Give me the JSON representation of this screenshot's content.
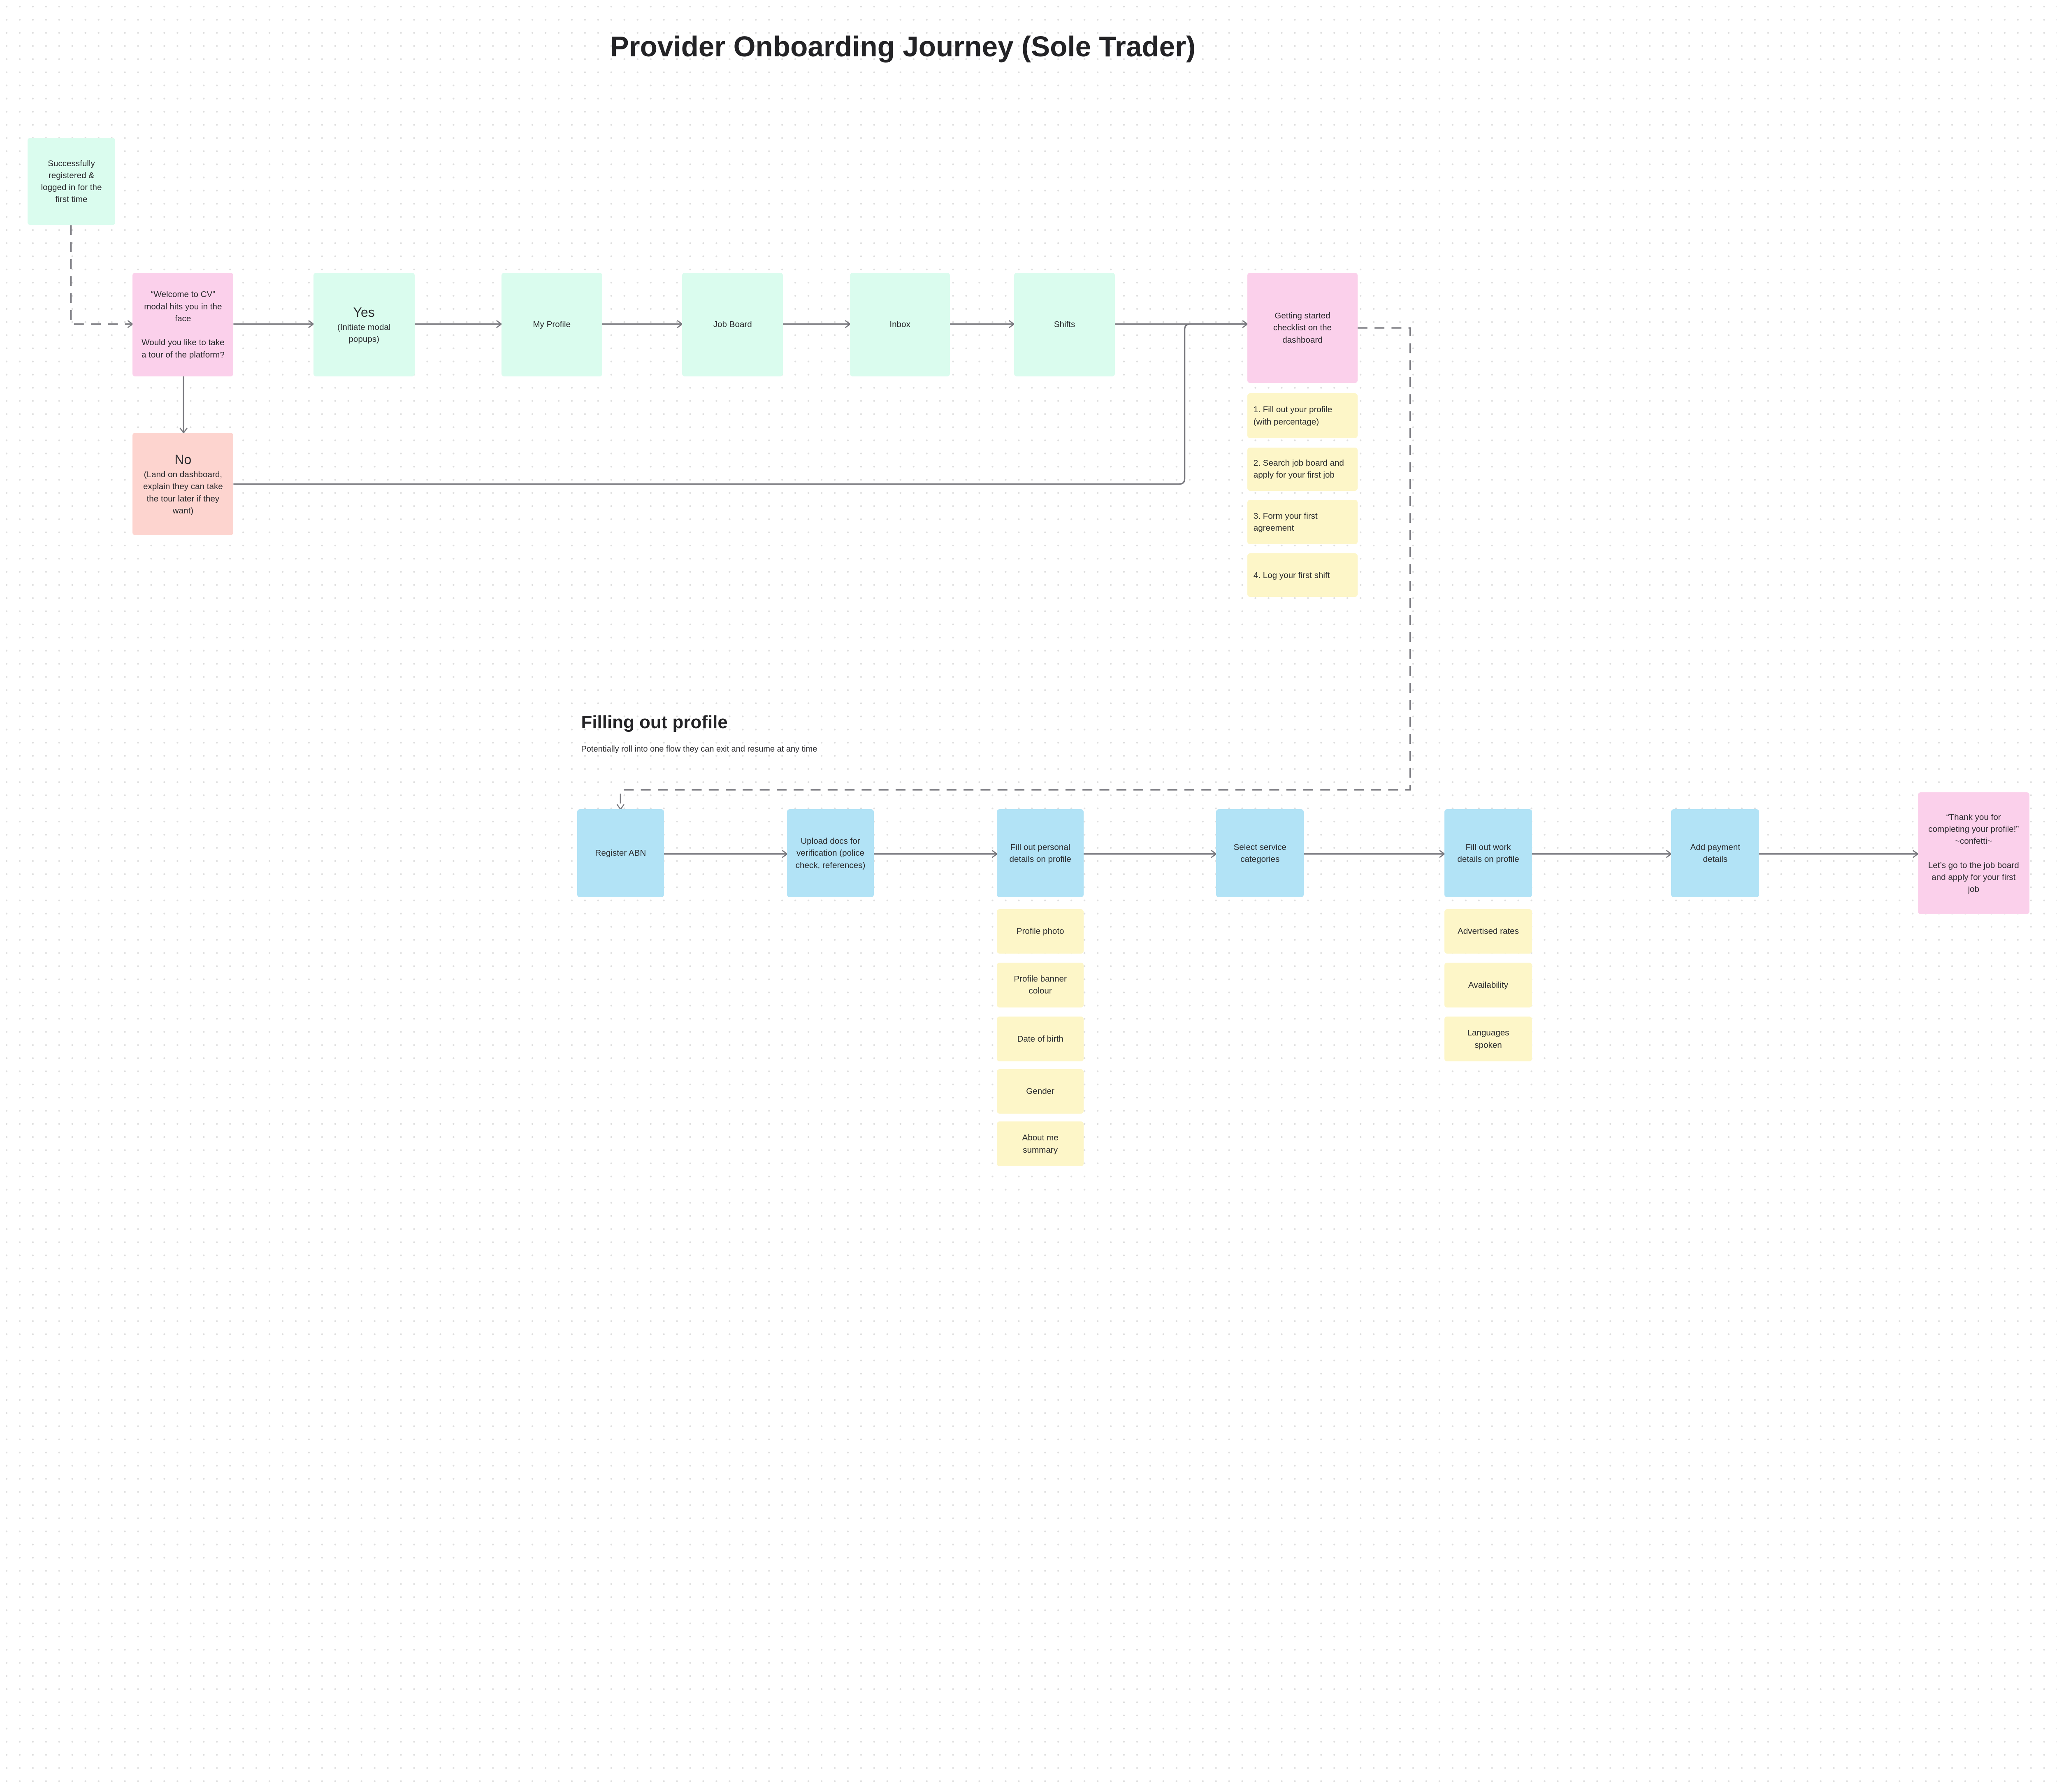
{
  "title": "Provider Onboarding Journey (Sole Trader)",
  "colors": {
    "green": "#dafcee",
    "pink": "#fbd0eb",
    "red": "#fdd4cf",
    "yellow": "#fdf6c8",
    "blue": "#b2e3f6",
    "connector": "#77777d"
  },
  "flow1": {
    "start": "Successfully registered & logged in for the first time",
    "welcome": "“Welcome to CV” modal hits you in the face\n\nWould you like to take a tour of the platform?",
    "yes": {
      "title": "Yes",
      "detail": "(Initiate modal popups)"
    },
    "no": {
      "title": "No",
      "detail": "(Land on dashboard, explain they can take the tour later if they want)"
    },
    "steps": [
      "My Profile",
      "Job Board",
      "Inbox",
      "Shifts"
    ],
    "checklist_title": "Getting started checklist on the dashboard",
    "checklist": [
      "1. Fill out your profile\n    (with percentage)",
      "2. Search job board and\n    apply for your first job",
      "3. Form your first\n    agreement",
      "4. Log your first shift"
    ]
  },
  "flow2": {
    "heading": "Filling out profile",
    "subtitle": "Potentially roll into one flow they can exit and resume at any time",
    "steps": [
      "Register ABN",
      "Upload docs for verification (police check, references)",
      "Fill out personal details on profile",
      "Select service categories",
      "Fill out work details on profile",
      "Add payment details"
    ],
    "personal_details": [
      "Profile photo",
      "Profile banner colour",
      "Date of birth",
      "Gender",
      "About me summary"
    ],
    "work_details": [
      "Advertised rates",
      "Availability",
      "Languages spoken"
    ],
    "final": "“Thank you for completing your profile!” ~confetti~\n\nLet’s go to the job board and apply for your first job"
  }
}
